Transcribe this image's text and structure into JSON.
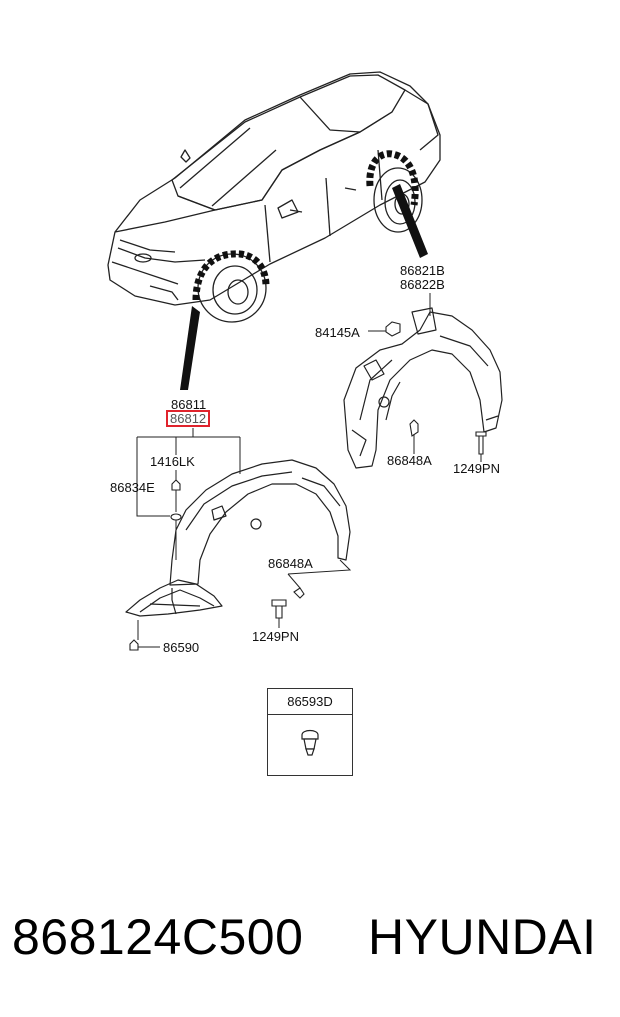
{
  "labels": {
    "p86821B": "86821B",
    "p86822B": "86822B",
    "p84145A": "84145A",
    "p86848A_r": "86848A",
    "p1249PN_r": "1249PN",
    "p86811": "86811",
    "p86812": "86812",
    "p1416LK": "1416LK",
    "p86834E": "86834E",
    "p86848A_l": "86848A",
    "p1249PN_l": "1249PN",
    "p86590": "86590",
    "p86593D": "86593D"
  },
  "footer": {
    "part_number": "868124C500",
    "brand": "HYUNDAI"
  },
  "colors": {
    "highlight": "#e0232c",
    "line": "#222222"
  }
}
